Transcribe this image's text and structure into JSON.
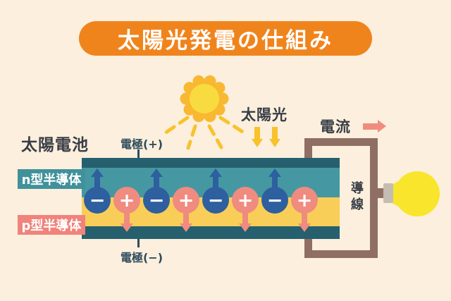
{
  "title": "太陽光発電の仕組み",
  "labels": {
    "solar_cell": "太陽電池",
    "sunlight": "太陽光",
    "electrode_plus": "電極(+)",
    "electrode_minus": "電極(−)",
    "n_type": "n型半導体",
    "p_type": "p型半導体",
    "current": "電流",
    "wire": "導線"
  },
  "cell": {
    "layers": [
      "電極(+)",
      "n型半導体",
      "p型半導体",
      "電極(−)"
    ],
    "carriers": [
      {
        "type": "electron",
        "symbol": "−"
      },
      {
        "type": "hole",
        "symbol": "+"
      },
      {
        "type": "electron",
        "symbol": "−"
      },
      {
        "type": "hole",
        "symbol": "+"
      },
      {
        "type": "electron",
        "symbol": "−"
      },
      {
        "type": "hole",
        "symbol": "+"
      },
      {
        "type": "electron",
        "symbol": "−"
      },
      {
        "type": "hole",
        "symbol": "+"
      }
    ]
  },
  "colors": {
    "bg": "#FCEFDD",
    "banner": "#F0841C",
    "title_text": "#FFFFFF",
    "text_dark": "#383E46",
    "text_slate": "#2E4C5C",
    "teal_layer": "#4598A2",
    "teal_dark": "#265F6D",
    "teal_label": "#41919B",
    "p_layer_yellow": "#F9CE58",
    "salmon": "#F0837B",
    "carrier_blue": "#2E5F9E",
    "carrier_salmon": "#F08B80",
    "gold": "#F8C22D",
    "sun_outer": "#F9B831",
    "sun_inner": "#F8DC3F",
    "wire_brown": "#8F6E63",
    "bulb_yellow": "#F9E52B",
    "socket_gray": "#C5BCB3",
    "current_arrow": "#F08C7E"
  }
}
